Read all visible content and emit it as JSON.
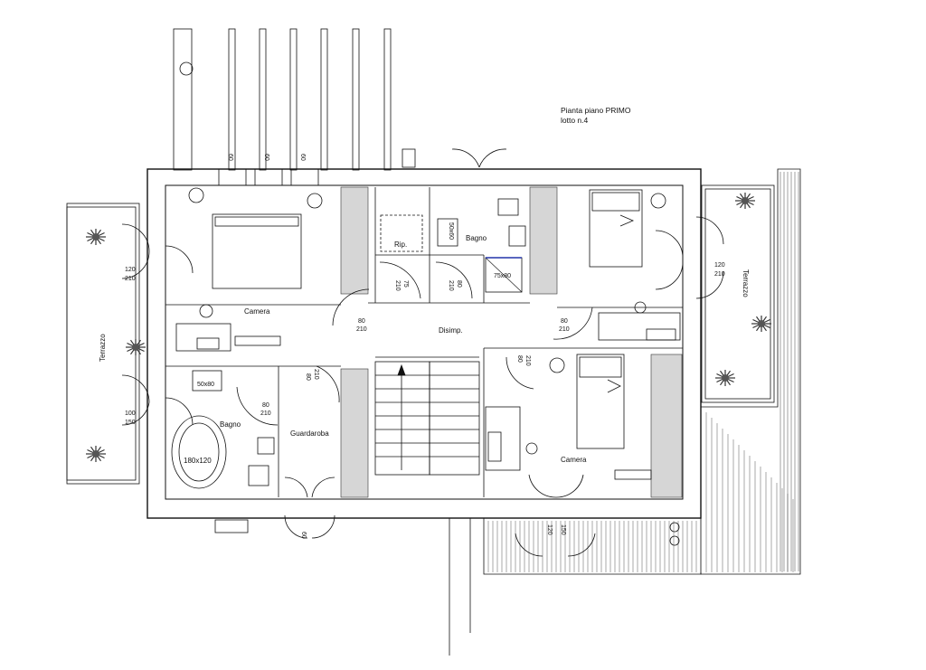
{
  "title": {
    "line1": "Pianta piano PRIMO",
    "line2": "lotto n.4"
  },
  "rooms": {
    "camera_left": "Camera",
    "camera_right": "Camera",
    "bagno_left": "Bagno",
    "bagno_top": "Bagno",
    "guardaroba": "Guardaroba",
    "disimpegno": "Disimp.",
    "ripostiglio": "Rip.",
    "terrazzo_left": "Terrazzo",
    "terrazzo_right": "Terrazzo"
  },
  "fixtures": {
    "shower_top": "75x80",
    "tub": "180x120",
    "sink_left": "50x80",
    "sink_top": "50x60"
  },
  "door_dims": {
    "d_top_1": "60",
    "d_top_2": "60",
    "d_top_3": "60",
    "d_left_upper_w": "120",
    "d_left_upper_h": "210",
    "d_left_lower_w": "100",
    "d_left_lower_h": "150",
    "d_rip_w": "75",
    "d_rip_h": "210",
    "d_bagno_w": "80",
    "d_bagno_h": "210",
    "d_cam_left_w": "80",
    "d_cam_left_h": "210",
    "d_cam_right_w": "80",
    "d_cam_right_h": "210",
    "d_guard_w": "80",
    "d_guard_h": "210",
    "d_bagno_left_w": "80",
    "d_bagno_left_h": "210",
    "d_cam_right_low_w": "80",
    "d_cam_right_low_h": "210",
    "d_right_w": "120",
    "d_right_h": "210",
    "d_bottom_w": "120",
    "d_bottom_h": "150",
    "d_bottom_left": "60"
  }
}
